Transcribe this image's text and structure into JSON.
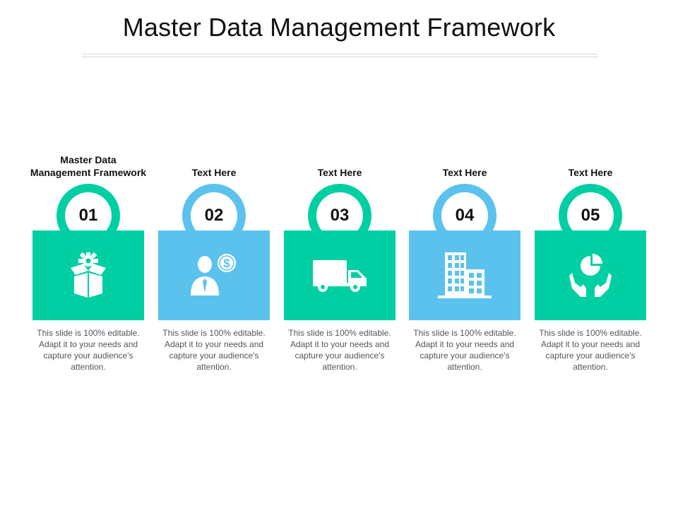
{
  "title": "Master Data Management Framework",
  "colors": {
    "green": "#00CFA3",
    "blue": "#5BC2EE"
  },
  "steps": [
    {
      "number": "01",
      "heading": "Master Data\nManagement Framework",
      "icon": "box-gear-icon",
      "color": "green",
      "text": "This slide is 100% editable. Adapt it to your needs and capture your audience's attention."
    },
    {
      "number": "02",
      "heading": "Text Here",
      "icon": "businessman-dollar-icon",
      "color": "blue",
      "text": "This slide is 100% editable. Adapt it to your needs and capture your audience's attention."
    },
    {
      "number": "03",
      "heading": "Text Here",
      "icon": "delivery-truck-icon",
      "color": "green",
      "text": "This slide is 100% editable. Adapt it to your needs and capture your audience's attention."
    },
    {
      "number": "04",
      "heading": "Text Here",
      "icon": "office-building-icon",
      "color": "blue",
      "text": "This slide is 100% editable. Adapt it to your needs and capture your audience's attention."
    },
    {
      "number": "05",
      "heading": "Text Here",
      "icon": "hands-pie-chart-icon",
      "color": "green",
      "text": "This slide is 100% editable. Adapt it to your needs and capture your audience's attention."
    }
  ]
}
